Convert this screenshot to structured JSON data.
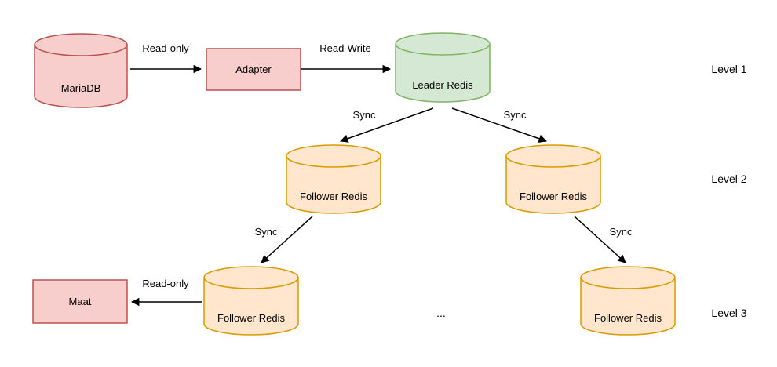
{
  "diagram": {
    "description_type": "replication-topology-diagram"
  },
  "colors": {
    "red_fill": "#f8cecc",
    "red_stroke": "#b85450",
    "green_fill": "#d5e8d4",
    "green_stroke": "#82b366",
    "orange_fill": "#ffe6cc",
    "orange_stroke": "#d79b00",
    "arrow": "#000000",
    "text": "#000000",
    "background": "#ffffff"
  },
  "nodes": {
    "mariadb": {
      "label": "MariaDB",
      "shape": "cylinder",
      "color": "red"
    },
    "adapter": {
      "label": "Adapter",
      "shape": "rectangle",
      "color": "red"
    },
    "leader": {
      "label": "Leader Redis",
      "shape": "cylinder",
      "color": "green"
    },
    "follower_l2_left": {
      "label": "Follower Redis",
      "shape": "cylinder",
      "color": "orange"
    },
    "follower_l2_right": {
      "label": "Follower Redis",
      "shape": "cylinder",
      "color": "orange"
    },
    "follower_l3_left": {
      "label": "Follower Redis",
      "shape": "cylinder",
      "color": "orange"
    },
    "follower_l3_right": {
      "label": "Follower Redis",
      "shape": "cylinder",
      "color": "orange"
    },
    "maat": {
      "label": "Maat",
      "shape": "rectangle",
      "color": "red"
    }
  },
  "edges": {
    "mariadb_adapter": {
      "label": "Read-only",
      "from": "mariadb",
      "to": "adapter"
    },
    "adapter_leader": {
      "label": "Read-Write",
      "from": "adapter",
      "to": "leader"
    },
    "leader_follower_left": {
      "label": "Sync",
      "from": "leader",
      "to": "follower_l2_left"
    },
    "leader_follower_right": {
      "label": "Sync",
      "from": "leader",
      "to": "follower_l2_right"
    },
    "follower_left_down": {
      "label": "Sync",
      "from": "follower_l2_left",
      "to": "follower_l3_left"
    },
    "follower_right_down": {
      "label": "Sync",
      "from": "follower_l2_right",
      "to": "follower_l3_right"
    },
    "follower_maat": {
      "label": "Read-only",
      "from": "follower_l3_left",
      "to": "maat"
    }
  },
  "levels": [
    "Level 1",
    "Level 2",
    "Level 3"
  ],
  "ellipsis": "..."
}
